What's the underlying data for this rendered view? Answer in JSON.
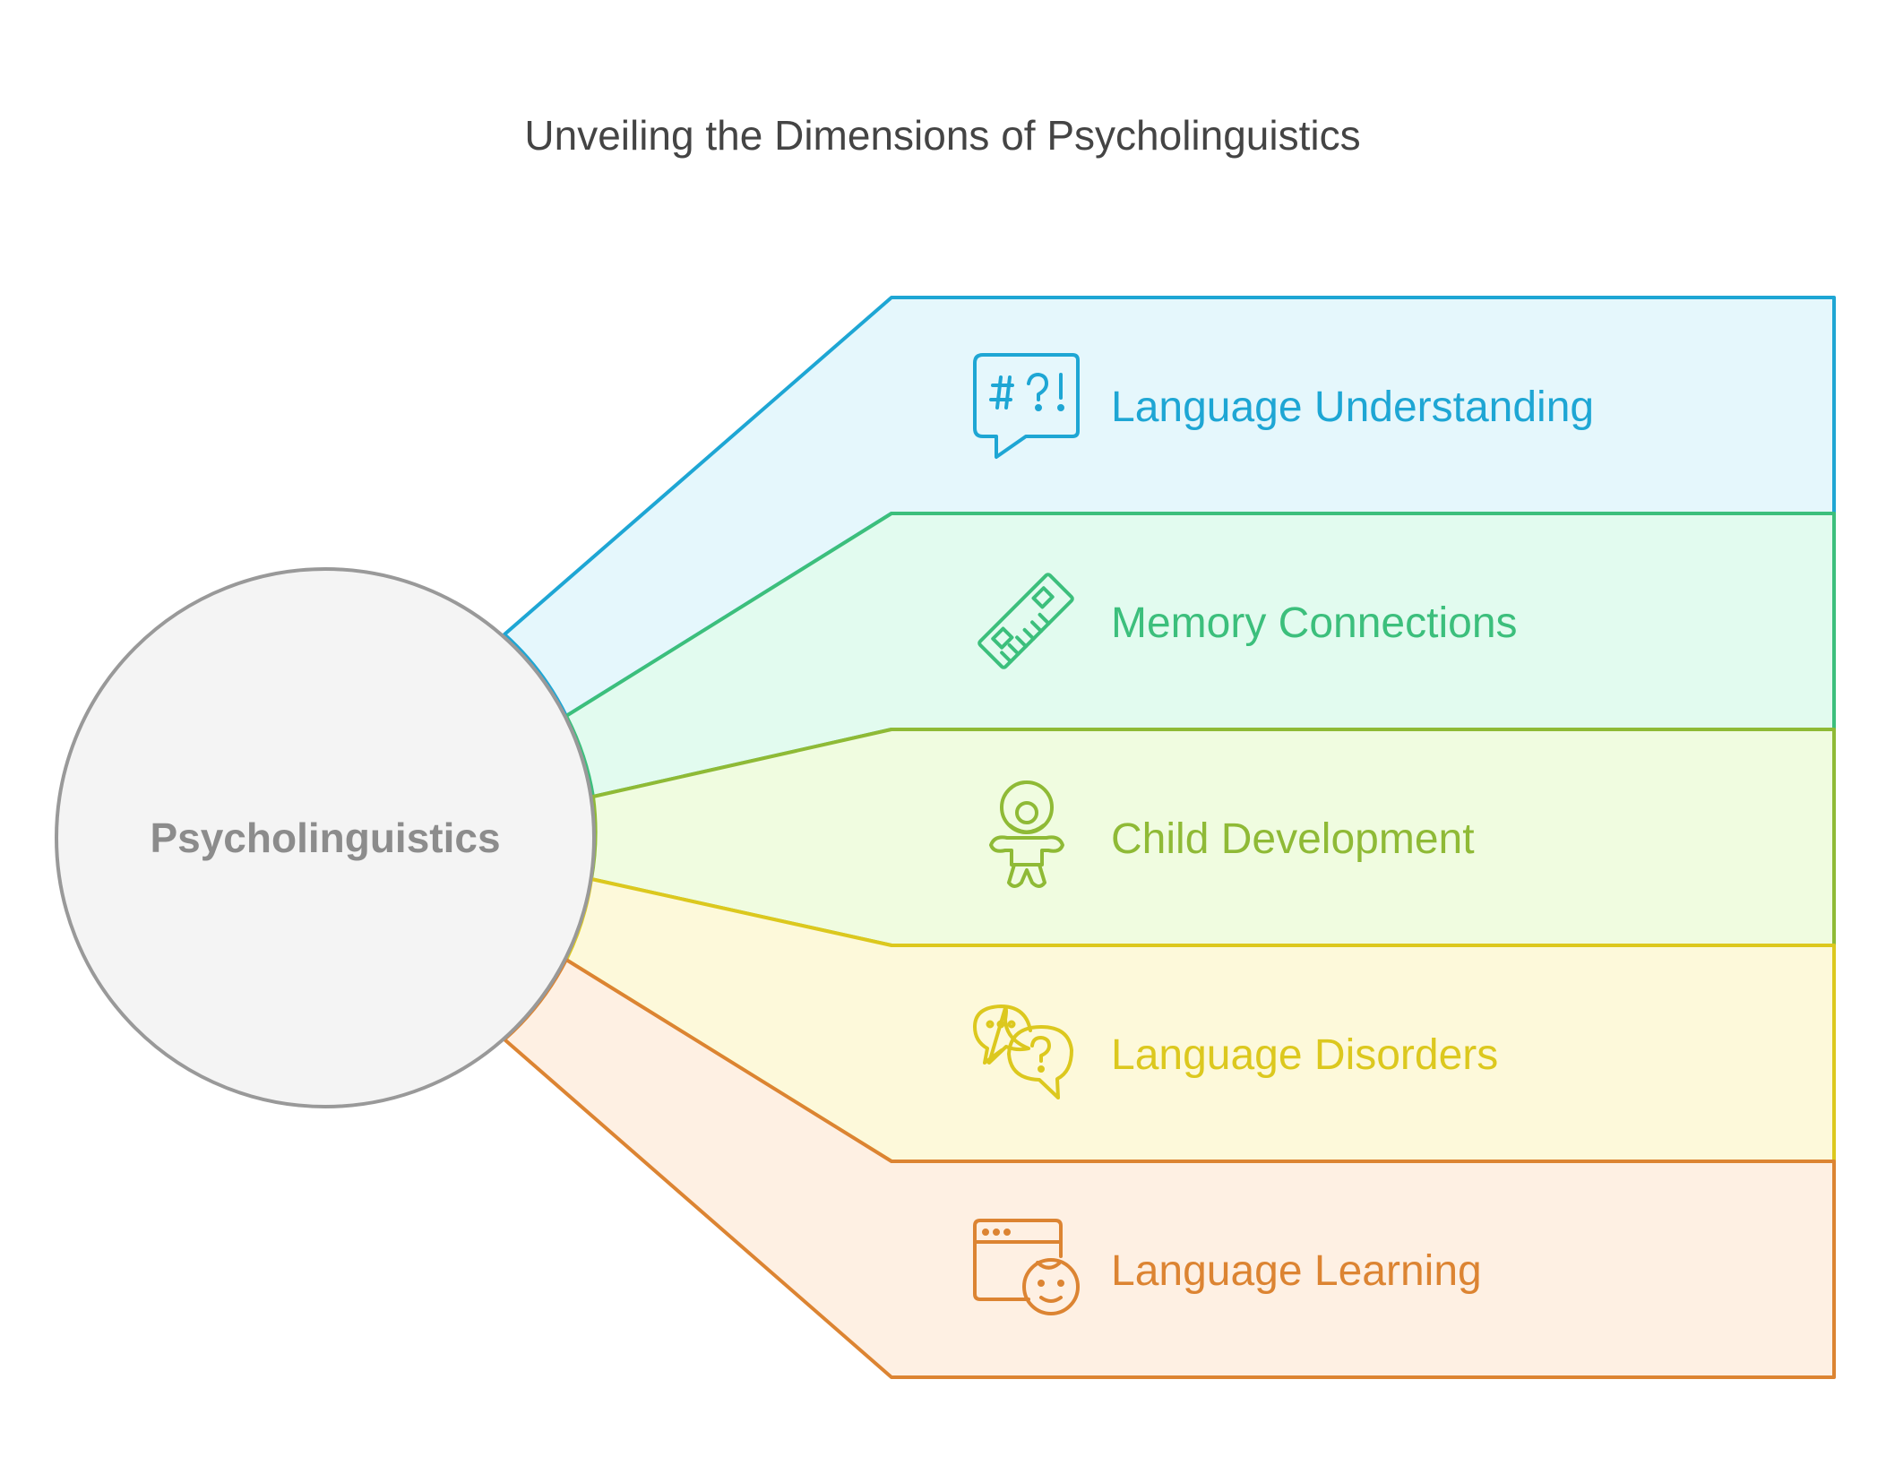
{
  "title": "Unveiling the Dimensions of Psycholinguistics",
  "hub": {
    "label": "Psycholinguistics",
    "fill": "#f4f4f4",
    "stroke": "#999999"
  },
  "branches": [
    {
      "label": "Language Understanding",
      "icon": "speech-bubble-symbols-icon",
      "color": "#1ea6d4",
      "fill": "#e5f7fc"
    },
    {
      "label": "Memory Connections",
      "icon": "memory-chip-icon",
      "color": "#3cbf7c",
      "fill": "#e2fbef"
    },
    {
      "label": "Child Development",
      "icon": "baby-icon",
      "color": "#8fba36",
      "fill": "#f0fce0"
    },
    {
      "label": "Language Disorders",
      "icon": "chat-bubbles-question-icon",
      "color": "#dcc81e",
      "fill": "#fdf9da"
    },
    {
      "label": "Language Learning",
      "icon": "browser-child-face-icon",
      "color": "#dc8432",
      "fill": "#fef0e3"
    }
  ]
}
